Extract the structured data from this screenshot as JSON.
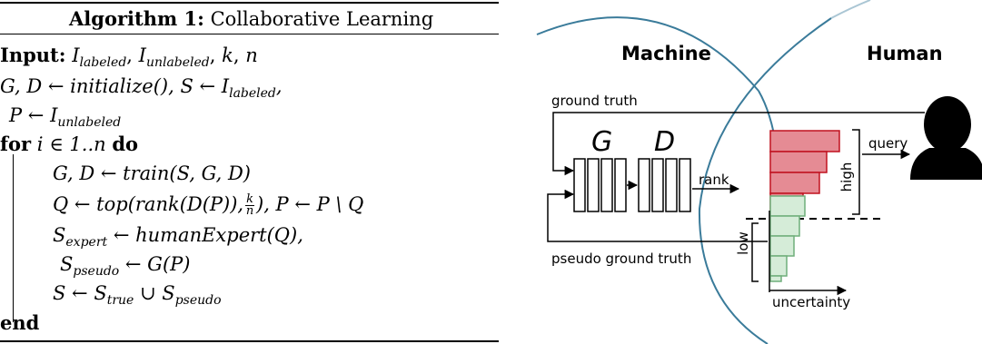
{
  "algorithm": {
    "title_bold": "Algorithm 1:",
    "title_rest": "Collaborative Learning",
    "input_kw": "Input:",
    "input_args": ", , k, n",
    "I": "I",
    "labeled": "labeled",
    "unlabeled": "unlabeled",
    "line2": "G, D ← initialize(), S ← I",
    "line2_sub": "labeled",
    "line3": "P ← I",
    "line3_sub": "unlabeled",
    "for_kw": "for",
    "for_rest": "i ∈ 1..n",
    "do_kw": "do",
    "line5": "G, D ← train(S, G, D)",
    "line6a": "Q ← top(rank(D(P)),",
    "frac_num": "k",
    "frac_den": "n",
    "line6b": "), P ← P \\ Q",
    "line7a": "S",
    "line7_sub": "expert",
    "line7b": " ← humanExpert(Q),",
    "line8a": "S",
    "line8_sub": "pseudo",
    "line8b": " ← G(P)",
    "line9a": "S ← S",
    "line9_sub1": "true",
    "line9b": " ∪ S",
    "line9_sub2": "pseudo",
    "end_kw": "end"
  },
  "figure": {
    "machine": "Machine",
    "human": "Human",
    "ground_truth": "ground truth",
    "g_label": "G",
    "d_label": "D",
    "rank": "rank",
    "query": "query",
    "high": "high",
    "low": "low",
    "pseudo_ground_truth": "pseudo ground truth",
    "uncertainty": "uncertainty",
    "colors": {
      "red_fill": "#e58b94",
      "red_stroke": "#c0111f",
      "green_fill": "#d5ecd8",
      "green_stroke": "#6fae7a",
      "circle": "#3a7b9a"
    }
  }
}
